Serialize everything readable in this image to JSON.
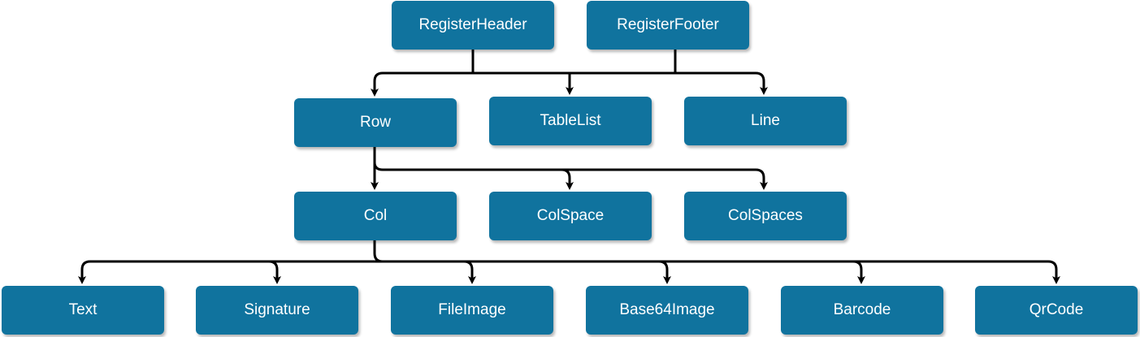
{
  "nodes": {
    "register_header": "RegisterHeader",
    "register_footer": "RegisterFooter",
    "row": "Row",
    "table_list": "TableList",
    "line": "Line",
    "col": "Col",
    "col_space": "ColSpace",
    "col_spaces": "ColSpaces",
    "text": "Text",
    "signature": "Signature",
    "file_image": "FileImage",
    "base64_image": "Base64Image",
    "barcode": "Barcode",
    "qr_code": "QrCode"
  },
  "colors": {
    "node_fill": "#10739e",
    "node_text": "#ffffff",
    "connector": "#000000"
  }
}
